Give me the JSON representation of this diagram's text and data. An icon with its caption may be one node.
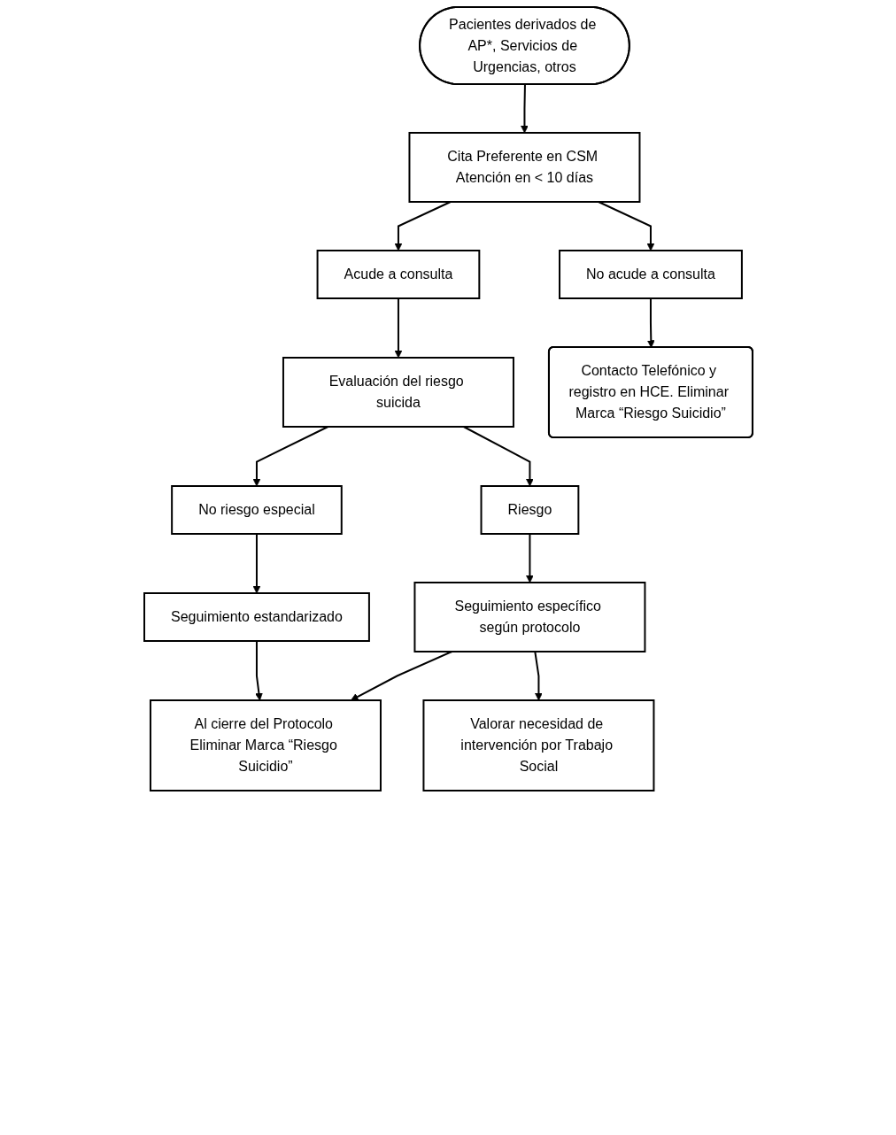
{
  "diagram": {
    "nodes": [
      {
        "text": [
          "Pacientes derivados de AP*, Servicios de Urgencias, otros"
        ]
      },
      {
        "text": [
          "Cita Preferente en CSM Atención en < 10 días"
        ]
      },
      {
        "text": [
          "Acude a consulta"
        ]
      },
      {
        "text": [
          "No acude a consulta"
        ]
      },
      {
        "text": [
          "Evaluación del riesgo suicida"
        ]
      },
      {
        "text": [
          "Contacto Telefónico y registro en HCE. Eliminar Marca “Riesgo Suicidio”"
        ]
      },
      {
        "text": [
          "No riesgo especial"
        ]
      },
      {
        "text": [
          "Riesgo"
        ]
      },
      {
        "text": [
          "Seguimiento estandarizado"
        ]
      },
      {
        "text": [
          "Seguimiento específico según protocolo"
        ]
      },
      {
        "text": [
          "Valorar necesidad de intervención por Trabajo Social"
        ]
      },
      {
        "text": [
          "Al cierre del Protocolo Eliminar Marca “Riesgo Suicidio”"
        ]
      }
    ],
    "edges": [
      {
        "from": 0,
        "to": 1,
        "arrow": "to"
      },
      {
        "from": 1,
        "to": 2,
        "arrow": "to"
      },
      {
        "from": 1,
        "to": 3,
        "arrow": "to"
      },
      {
        "from": 2,
        "to": 4,
        "arrow": "to"
      },
      {
        "from": 3,
        "to": 5,
        "arrow": "to"
      },
      {
        "from": 4,
        "to": 6,
        "arrow": "to"
      },
      {
        "from": 4,
        "to": 7,
        "arrow": "to"
      },
      {
        "from": 6,
        "to": 8,
        "arrow": "to"
      },
      {
        "from": 7,
        "to": 9,
        "arrow": "to"
      },
      {
        "from": 9,
        "to": 10,
        "arrow": "to"
      },
      {
        "from": 8,
        "to": 11,
        "arrow": "to"
      },
      {
        "from": 9,
        "to": 11,
        "arrow": "to"
      }
    ]
  }
}
